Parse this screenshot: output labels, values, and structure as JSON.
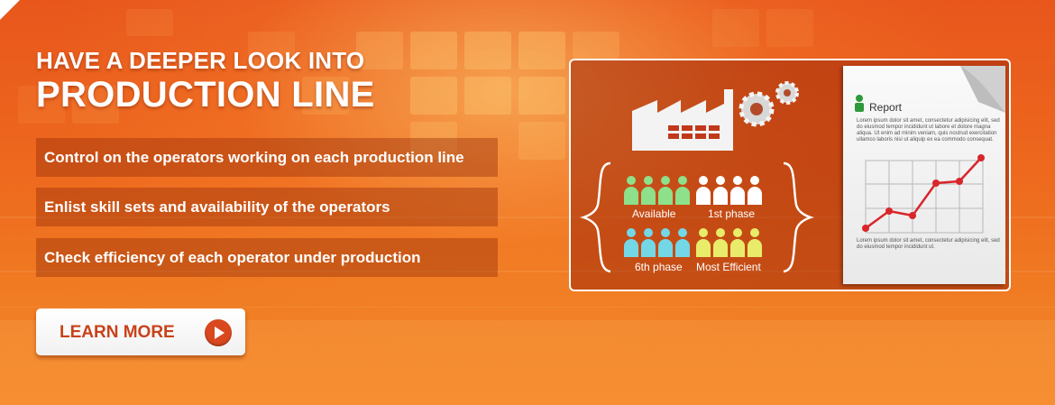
{
  "hero": {
    "heading_line1": "HAVE A DEEPER LOOK INTO",
    "heading_line2": "PRODUCTION LINE"
  },
  "features": [
    "Control on the operators working on each production line",
    "Enlist skill sets and availability of the operators",
    "Check efficiency of each operator under production"
  ],
  "cta": {
    "label": "LEARN MORE",
    "icon": "play-icon"
  },
  "illustration": {
    "labels": {
      "available": "Available",
      "first_phase": "1st phase",
      "sixth_phase": "6th phase",
      "most_efficient": "Most Efficient"
    },
    "icons": [
      "factory-icon",
      "gear-icon",
      "people-icon",
      "report-icon"
    ],
    "colors": {
      "available": "#8ee08a",
      "first_phase": "#ffffff",
      "sixth_phase": "#73d7e6",
      "most_efficient": "#e8ec6a",
      "trend_line": "#d8262b"
    }
  },
  "report": {
    "title": "Report",
    "text_top": "Lorem ipsum dolor sit amet, consectetur adipisicing elit, sed do eiusmod tempor incididunt ut labore et dolore magna aliqua. Ut enim ad minim veniam, quis nostrud exercitation ullamco laboris nisi ut aliquip ex ea commodo consequat.",
    "text_bottom": "Lorem ipsum dolor sit amet, consectetur adipisicing elit, sed do eiusmod tempor incididunt ut."
  }
}
